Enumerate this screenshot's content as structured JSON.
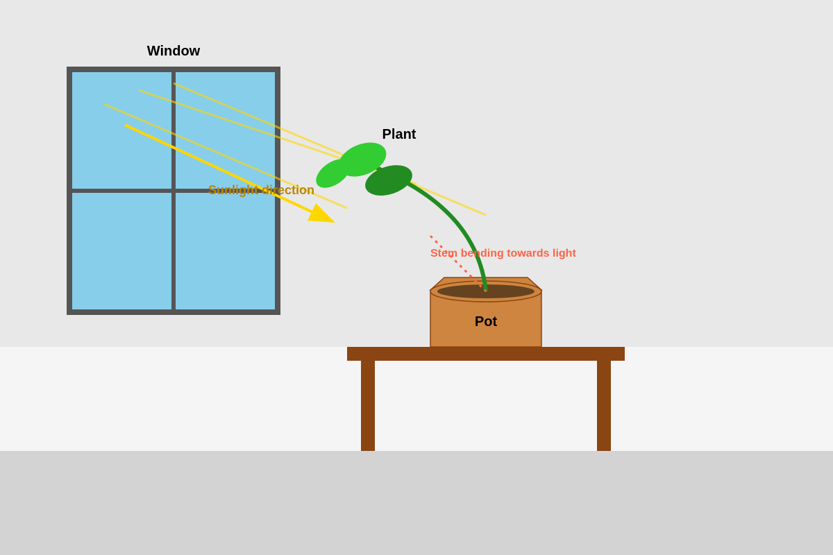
{
  "labels": {
    "window": "Window",
    "plant": "Plant",
    "sunlight_direction": "Sunlight direction",
    "stem_bending": "Stem bending towards light",
    "pot": "Pot"
  },
  "colors": {
    "wall": "#e8e8e8",
    "floor_upper": "#f5f5f5",
    "floor_lower": "#d3d3d3",
    "window_glass": "#87ceeb",
    "window_frame": "#555555",
    "sun_ray": "#ffd700",
    "table_wood": "#8b4513",
    "pot_body": "#cd853f",
    "pot_soil": "#654321",
    "stem": "#228b22",
    "leaf_light": "#32cd32",
    "leaf_dark": "#228b22",
    "stem_guide": "#ff6347"
  }
}
